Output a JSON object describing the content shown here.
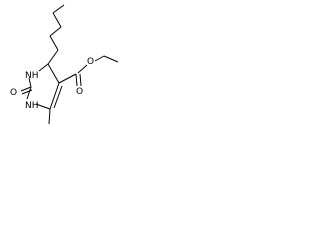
{
  "molecule": {
    "atoms": {
      "ring_nh_upper": "NH",
      "ring_nh_lower": "NH",
      "carbonyl_oxygen": "O",
      "ester_ring_oxygen": "O",
      "ester_carbonyl_oxygen": "O"
    }
  }
}
